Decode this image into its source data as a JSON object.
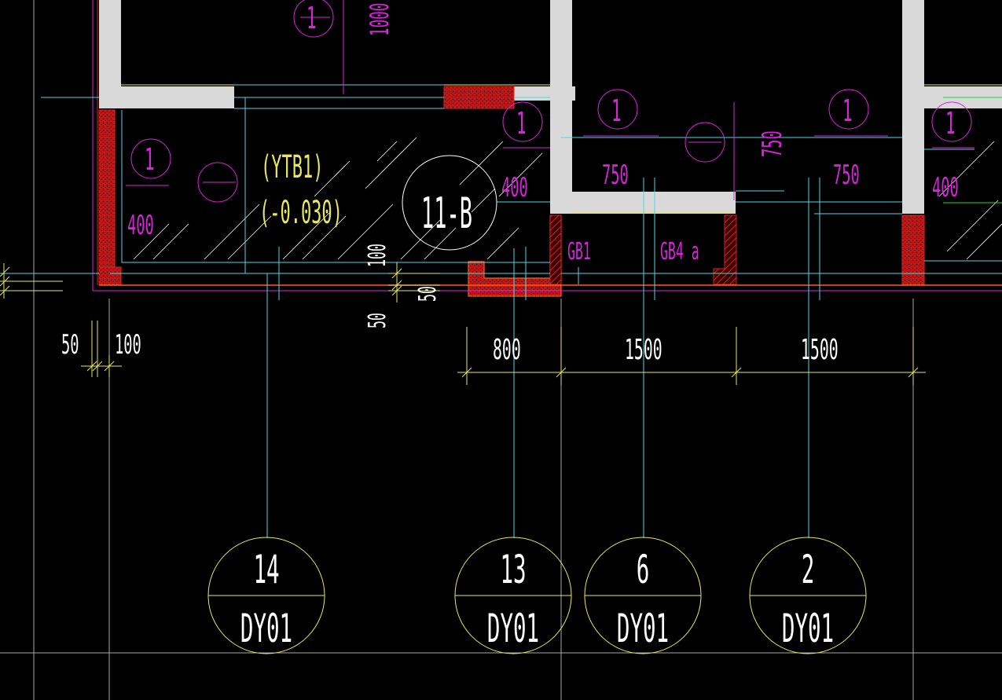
{
  "colors": {
    "background": "#000000",
    "wall": "#d9d9d9",
    "cyan": "#4fd8e6",
    "magenta": "#e020e0",
    "yellow": "#e8e858",
    "white": "#ffffff",
    "red": "#e02020",
    "redHatch": "#c01818",
    "green": "#20e020",
    "orange": "#ff5a1a",
    "grey": "#a8a8a8"
  },
  "slab_labels": {
    "ytb": "(YTB1)",
    "elev": "(-0.030)",
    "detail": "11-B"
  },
  "beam_labels": {
    "gb1": "GB1",
    "gb4a": "GB4 a"
  },
  "rebar_marks": {
    "m1": "1",
    "m2": "1",
    "m3": "1",
    "m4": "1",
    "m5": "1",
    "m6": "1"
  },
  "rebar_lengths": {
    "l400a": "400",
    "l400b": "400",
    "l400c": "400",
    "l750a": "750",
    "l750b": "750",
    "l750v": "750",
    "l1000": "1000"
  },
  "dimensions": {
    "d50": "50",
    "d100": "100",
    "d800": "800",
    "d1500a": "1500",
    "d1500b": "1500",
    "d100v": "100",
    "d50v": "50",
    "d50v2": "50"
  },
  "detail_callouts": [
    {
      "number": "14",
      "code": "DY01"
    },
    {
      "number": "13",
      "code": "DY01"
    },
    {
      "number": "6",
      "code": "DY01"
    },
    {
      "number": "2",
      "code": "DY01"
    }
  ]
}
